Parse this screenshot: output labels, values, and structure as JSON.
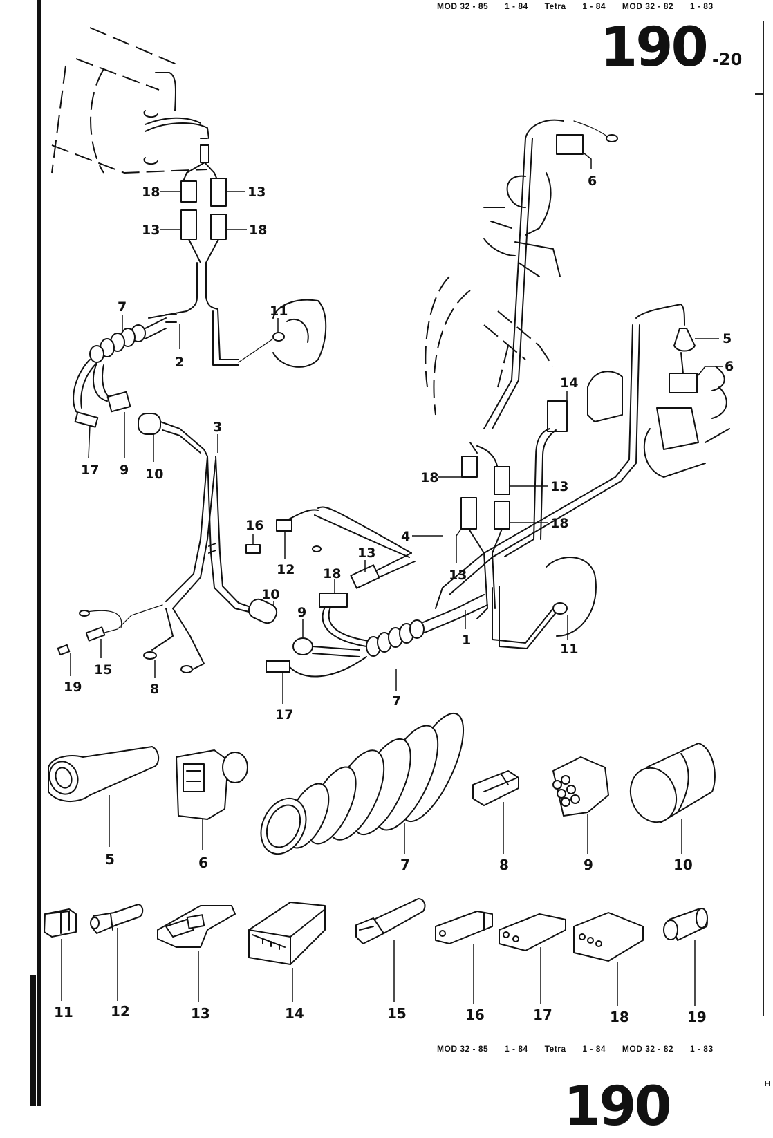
{
  "header": {
    "models": [
      "MOD 32 - 85",
      "1 - 84",
      "Tetra",
      "1 - 84",
      "MOD 32 - 82",
      "1 - 83"
    ],
    "page_number": "190",
    "page_suffix": "-20"
  },
  "footer": {
    "models": [
      "MOD 32 - 85",
      "1 - 84",
      "Tetra",
      "1 - 84",
      "MOD 32 - 82",
      "1 - 83"
    ],
    "page_number": "190",
    "corner_mark": "H"
  },
  "diagram": {
    "title": "Wiring harness and connector parts",
    "assembly_callouts": {
      "top_left_18": "18",
      "top_left_13": "13",
      "top_left_13b": "13",
      "top_left_18b": "18",
      "c7_left": "7",
      "c2": "2",
      "c11_left": "11",
      "c17_left": "17",
      "c9_left": "9",
      "c10_left": "10",
      "c3": "3",
      "c6_top": "6",
      "c5_right": "5",
      "c6_right": "6",
      "c14": "14",
      "c18_mid": "18",
      "c13_mid": "13",
      "c18_mid2": "18",
      "c4": "4",
      "c13_mid2": "13",
      "c16": "16",
      "c12": "12",
      "c13_center": "13",
      "c18_center": "18",
      "c10_center": "10",
      "c9_center": "9",
      "c1": "1",
      "c11_right": "11",
      "c7_center": "7",
      "c17_center": "17",
      "c19": "19",
      "c15": "15",
      "c8": "8"
    },
    "parts_row_1": [
      {
        "number": "5",
        "icon": "grommet-boot-icon"
      },
      {
        "number": "6",
        "icon": "socket-housing-icon"
      },
      {
        "number": "7",
        "icon": "bellows-boot-icon"
      },
      {
        "number": "8",
        "icon": "flat-connector-icon"
      },
      {
        "number": "9",
        "icon": "round-multipin-plug-icon"
      },
      {
        "number": "10",
        "icon": "cylinder-sleeve-icon"
      }
    ],
    "parts_row_2": [
      {
        "number": "11",
        "icon": "cap-connector-icon"
      },
      {
        "number": "12",
        "icon": "single-pin-connector-icon"
      },
      {
        "number": "13",
        "icon": "latch-connector-icon"
      },
      {
        "number": "14",
        "icon": "multi-pin-block-icon"
      },
      {
        "number": "15",
        "icon": "terminal-sleeve-icon"
      },
      {
        "number": "16",
        "icon": "one-way-housing-icon"
      },
      {
        "number": "17",
        "icon": "two-way-housing-icon"
      },
      {
        "number": "18",
        "icon": "three-way-housing-icon"
      },
      {
        "number": "19",
        "icon": "bullet-terminal-icon"
      }
    ]
  }
}
